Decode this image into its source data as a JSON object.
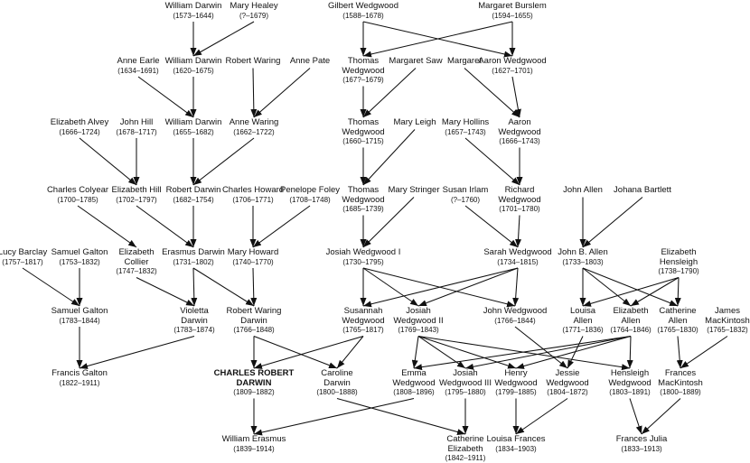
{
  "people": {
    "william_darwin_1573": {
      "name": [
        "William Darwin"
      ],
      "dates": "(1573–1644)"
    },
    "mary_healey": {
      "name": [
        "Mary Healey"
      ],
      "dates": "(?–1679)"
    },
    "gilbert_wedgwood": {
      "name": [
        "Gilbert Wedgwood"
      ],
      "dates": "(1588–1678)"
    },
    "margaret_burslem": {
      "name": [
        "Margaret Burslem"
      ],
      "dates": "(1594–1655)"
    },
    "anne_earle": {
      "name": [
        "Anne Earle"
      ],
      "dates": "(1634–1691)"
    },
    "william_darwin_1620": {
      "name": [
        "William Darwin"
      ],
      "dates": "(1620–1675)"
    },
    "robert_waring": {
      "name": [
        "Robert Waring"
      ],
      "dates": ""
    },
    "anne_pate": {
      "name": [
        "Anne Pate"
      ],
      "dates": ""
    },
    "thomas_wedgwood_167": {
      "name": [
        "Thomas",
        "Wedgwood"
      ],
      "dates": "(167?–1679)"
    },
    "margaret_saw": {
      "name": [
        "Margaret Saw"
      ],
      "dates": ""
    },
    "margaret": {
      "name": [
        "Margaret"
      ],
      "dates": ""
    },
    "aaron_wedgwood_1627": {
      "name": [
        "Aaron Wedgwood"
      ],
      "dates": "(1627–1701)"
    },
    "elizabeth_alvey": {
      "name": [
        "Elizabeth Alvey"
      ],
      "dates": "(1666–1724)"
    },
    "john_hill": {
      "name": [
        "John Hill"
      ],
      "dates": "(1678–1717)"
    },
    "william_darwin_1655": {
      "name": [
        "William Darwin"
      ],
      "dates": "(1655–1682)"
    },
    "anne_waring": {
      "name": [
        "Anne Waring"
      ],
      "dates": "(1662–1722)"
    },
    "thomas_wedgwood_1660": {
      "name": [
        "Thomas",
        "Wedgwood"
      ],
      "dates": "(1660–1715)"
    },
    "mary_leigh": {
      "name": [
        "Mary Leigh"
      ],
      "dates": ""
    },
    "mary_hollins": {
      "name": [
        "Mary Hollins"
      ],
      "dates": "(1657–1743)"
    },
    "aaron_wedgwood_1666": {
      "name": [
        "Aaron",
        "Wedgwood"
      ],
      "dates": "(1666–1743)"
    },
    "charles_colyear": {
      "name": [
        "Charles Colyear"
      ],
      "dates": "(1700–1785)"
    },
    "elizabeth_hill": {
      "name": [
        "Elizabeth Hill"
      ],
      "dates": "(1702–1797)"
    },
    "robert_darwin": {
      "name": [
        "Robert Darwin"
      ],
      "dates": "(1682–1754)"
    },
    "charles_howard": {
      "name": [
        "Charles Howard"
      ],
      "dates": "(1706–1771)"
    },
    "penelope_foley": {
      "name": [
        "Penelope Foley"
      ],
      "dates": "(1708–1748)"
    },
    "thomas_wedgwood_1685": {
      "name": [
        "Thomas",
        "Wedgwood"
      ],
      "dates": "(1685–1739)"
    },
    "mary_stringer": {
      "name": [
        "Mary Stringer"
      ],
      "dates": ""
    },
    "susan_irlam": {
      "name": [
        "Susan Irlam"
      ],
      "dates": "(?–1760)"
    },
    "richard_wedgwood": {
      "name": [
        "Richard",
        "Wedgwood"
      ],
      "dates": "(1701–1780)"
    },
    "john_allen": {
      "name": [
        "John Allen"
      ],
      "dates": ""
    },
    "johana_bartlett": {
      "name": [
        "Johana Bartlett"
      ],
      "dates": ""
    },
    "lucy_barclay": {
      "name": [
        "Lucy Barclay"
      ],
      "dates": "(1757–1817)"
    },
    "samuel_galton_1753": {
      "name": [
        "Samuel Galton"
      ],
      "dates": "(1753–1832)"
    },
    "elizabeth_collier": {
      "name": [
        "Elizabeth",
        "Collier"
      ],
      "dates": "(1747–1832)"
    },
    "erasmus_darwin": {
      "name": [
        "Erasmus Darwin"
      ],
      "dates": "(1731–1802)"
    },
    "mary_howard": {
      "name": [
        "Mary Howard"
      ],
      "dates": "(1740–1770)"
    },
    "josiah_wedgwood_i": {
      "name": [
        "Josiah Wedgwood I"
      ],
      "dates": "(1730–1795)"
    },
    "sarah_wedgwood": {
      "name": [
        "Sarah Wedgwood"
      ],
      "dates": "(1734–1815)"
    },
    "john_b_allen": {
      "name": [
        "John B. Allen"
      ],
      "dates": "(1733–1803)"
    },
    "elizabeth_hensleigh": {
      "name": [
        "Elizabeth",
        "Hensleigh"
      ],
      "dates": "(1738–1790)"
    },
    "samuel_galton_1783": {
      "name": [
        "Samuel Galton"
      ],
      "dates": "(1783–1844)"
    },
    "violetta_darwin": {
      "name": [
        "Violetta",
        "Darwin"
      ],
      "dates": "(1783–1874)"
    },
    "robert_waring_darwin": {
      "name": [
        "Robert Waring",
        "Darwin"
      ],
      "dates": "(1766–1848)"
    },
    "susannah_wedgwood": {
      "name": [
        "Susannah",
        "Wedgwood"
      ],
      "dates": "(1765–1817)"
    },
    "josiah_wedgwood_ii": {
      "name": [
        "Josiah",
        "Wedgwood II"
      ],
      "dates": "(1769–1843)"
    },
    "john_wedgwood": {
      "name": [
        "John Wedgwood"
      ],
      "dates": "(1766–1844)"
    },
    "louisa_allen": {
      "name": [
        "Louisa",
        "Allen"
      ],
      "dates": "(1771–1836)"
    },
    "elizabeth_allen": {
      "name": [
        "Elizabeth",
        "Allen"
      ],
      "dates": "(1764–1846)"
    },
    "catherine_allen": {
      "name": [
        "Catherine",
        "Allen"
      ],
      "dates": "(1765–1830)"
    },
    "james_mackintosh": {
      "name": [
        "James",
        "MacKintosh"
      ],
      "dates": "(1765–1832)"
    },
    "francis_galton": {
      "name": [
        "Francis Galton"
      ],
      "dates": "(1822–1911)"
    },
    "charles_robert_darwin": {
      "name": [
        "CHARLES ROBERT",
        "DARWIN"
      ],
      "dates": "(1809–1882)",
      "bold": true
    },
    "caroline_darwin": {
      "name": [
        "Caroline",
        "Darwin"
      ],
      "dates": "(1800–1888)"
    },
    "emma_wedgwood": {
      "name": [
        "Emma",
        "Wedgwood"
      ],
      "dates": "(1808–1896)"
    },
    "josiah_wedgwood_iii": {
      "name": [
        "Josiah",
        "Wedgwood III"
      ],
      "dates": "(1795–1880)"
    },
    "henry_wedgwood": {
      "name": [
        "Henry",
        "Wedgwood"
      ],
      "dates": "(1799–1885)"
    },
    "jessie_wedgwood": {
      "name": [
        "Jessie",
        "Wedgwood"
      ],
      "dates": "(1804–1872)"
    },
    "hensleigh_wedgwood": {
      "name": [
        "Hensleigh",
        "Wedgwood"
      ],
      "dates": "(1803–1891)"
    },
    "frances_mackintosh": {
      "name": [
        "Frances",
        "MacKintosh"
      ],
      "dates": "(1800–1889)"
    },
    "william_erasmus": {
      "name": [
        "William Erasmus"
      ],
      "dates": "(1839–1914)"
    },
    "catherine_elizabeth": {
      "name": [
        "Catherine",
        "Elizabeth"
      ],
      "dates": "(1842–1911)"
    },
    "louisa_frances": {
      "name": [
        "Louisa Frances"
      ],
      "dates": "(1834–1903)"
    },
    "frances_julia": {
      "name": [
        "Frances Julia"
      ],
      "dates": "(1833–1913)"
    }
  },
  "links": [
    [
      "william_darwin_1573",
      "william_darwin_1620"
    ],
    [
      "mary_healey",
      "william_darwin_1620"
    ],
    [
      "gilbert_wedgwood",
      "thomas_wedgwood_167"
    ],
    [
      "gilbert_wedgwood",
      "aaron_wedgwood_1627"
    ],
    [
      "margaret_burslem",
      "thomas_wedgwood_167"
    ],
    [
      "margaret_burslem",
      "aaron_wedgwood_1627"
    ],
    [
      "anne_earle",
      "william_darwin_1655"
    ],
    [
      "william_darwin_1620",
      "william_darwin_1655"
    ],
    [
      "robert_waring",
      "anne_waring"
    ],
    [
      "anne_pate",
      "anne_waring"
    ],
    [
      "thomas_wedgwood_167",
      "thomas_wedgwood_1660"
    ],
    [
      "margaret_saw",
      "thomas_wedgwood_1660"
    ],
    [
      "margaret",
      "aaron_wedgwood_1666"
    ],
    [
      "aaron_wedgwood_1627",
      "aaron_wedgwood_1666"
    ],
    [
      "elizabeth_alvey",
      "elizabeth_hill"
    ],
    [
      "john_hill",
      "elizabeth_hill"
    ],
    [
      "william_darwin_1655",
      "robert_darwin"
    ],
    [
      "anne_waring",
      "robert_darwin"
    ],
    [
      "thomas_wedgwood_1660",
      "thomas_wedgwood_1685"
    ],
    [
      "mary_leigh",
      "thomas_wedgwood_1685"
    ],
    [
      "mary_hollins",
      "richard_wedgwood"
    ],
    [
      "aaron_wedgwood_1666",
      "richard_wedgwood"
    ],
    [
      "charles_colyear",
      "elizabeth_collier"
    ],
    [
      "elizabeth_hill",
      "erasmus_darwin"
    ],
    [
      "robert_darwin",
      "erasmus_darwin"
    ],
    [
      "charles_howard",
      "mary_howard"
    ],
    [
      "penelope_foley",
      "mary_howard"
    ],
    [
      "thomas_wedgwood_1685",
      "josiah_wedgwood_i"
    ],
    [
      "mary_stringer",
      "josiah_wedgwood_i"
    ],
    [
      "susan_irlam",
      "sarah_wedgwood"
    ],
    [
      "richard_wedgwood",
      "sarah_wedgwood"
    ],
    [
      "john_allen",
      "john_b_allen"
    ],
    [
      "johana_bartlett",
      "john_b_allen"
    ],
    [
      "lucy_barclay",
      "samuel_galton_1783"
    ],
    [
      "samuel_galton_1753",
      "samuel_galton_1783"
    ],
    [
      "elizabeth_collier",
      "violetta_darwin"
    ],
    [
      "erasmus_darwin",
      "violetta_darwin"
    ],
    [
      "erasmus_darwin",
      "robert_waring_darwin"
    ],
    [
      "mary_howard",
      "robert_waring_darwin"
    ],
    [
      "josiah_wedgwood_i",
      "susannah_wedgwood"
    ],
    [
      "josiah_wedgwood_i",
      "josiah_wedgwood_ii"
    ],
    [
      "josiah_wedgwood_i",
      "john_wedgwood"
    ],
    [
      "sarah_wedgwood",
      "susannah_wedgwood"
    ],
    [
      "sarah_wedgwood",
      "josiah_wedgwood_ii"
    ],
    [
      "sarah_wedgwood",
      "john_wedgwood"
    ],
    [
      "john_b_allen",
      "louisa_allen"
    ],
    [
      "john_b_allen",
      "elizabeth_allen"
    ],
    [
      "john_b_allen",
      "catherine_allen"
    ],
    [
      "elizabeth_hensleigh",
      "louisa_allen"
    ],
    [
      "elizabeth_hensleigh",
      "elizabeth_allen"
    ],
    [
      "elizabeth_hensleigh",
      "catherine_allen"
    ],
    [
      "samuel_galton_1783",
      "francis_galton"
    ],
    [
      "violetta_darwin",
      "francis_galton"
    ],
    [
      "robert_waring_darwin",
      "charles_robert_darwin"
    ],
    [
      "robert_waring_darwin",
      "caroline_darwin"
    ],
    [
      "susannah_wedgwood",
      "charles_robert_darwin"
    ],
    [
      "susannah_wedgwood",
      "caroline_darwin"
    ],
    [
      "josiah_wedgwood_ii",
      "emma_wedgwood"
    ],
    [
      "josiah_wedgwood_ii",
      "josiah_wedgwood_iii"
    ],
    [
      "josiah_wedgwood_ii",
      "henry_wedgwood"
    ],
    [
      "josiah_wedgwood_ii",
      "hensleigh_wedgwood"
    ],
    [
      "elizabeth_allen",
      "emma_wedgwood"
    ],
    [
      "elizabeth_allen",
      "josiah_wedgwood_iii"
    ],
    [
      "elizabeth_allen",
      "henry_wedgwood"
    ],
    [
      "elizabeth_allen",
      "hensleigh_wedgwood"
    ],
    [
      "john_wedgwood",
      "jessie_wedgwood"
    ],
    [
      "louisa_allen",
      "jessie_wedgwood"
    ],
    [
      "catherine_allen",
      "frances_mackintosh"
    ],
    [
      "james_mackintosh",
      "frances_mackintosh"
    ],
    [
      "charles_robert_darwin",
      "william_erasmus"
    ],
    [
      "emma_wedgwood",
      "william_erasmus"
    ],
    [
      "caroline_darwin",
      "catherine_elizabeth"
    ],
    [
      "josiah_wedgwood_iii",
      "catherine_elizabeth"
    ],
    [
      "henry_wedgwood",
      "louisa_frances"
    ],
    [
      "jessie_wedgwood",
      "louisa_frances"
    ],
    [
      "hensleigh_wedgwood",
      "frances_julia"
    ],
    [
      "frances_mackintosh",
      "frances_julia"
    ]
  ]
}
